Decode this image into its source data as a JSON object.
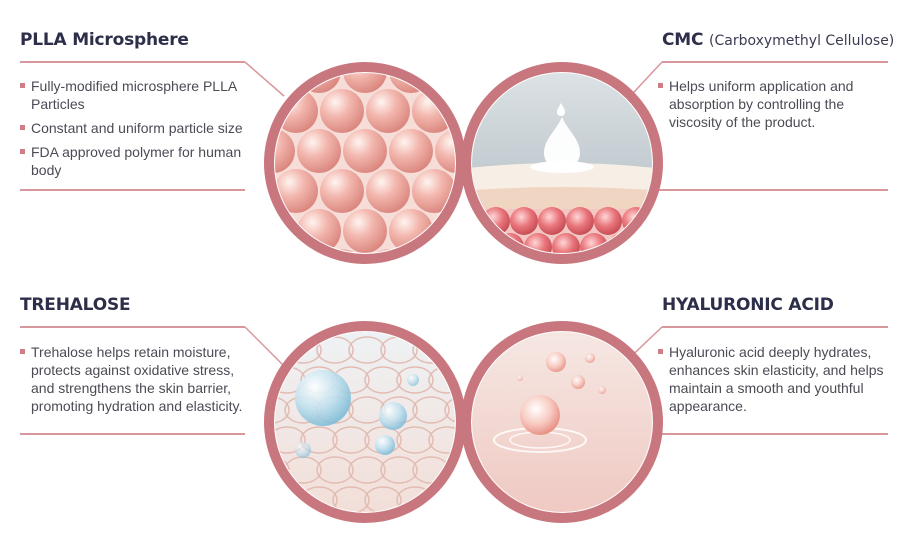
{
  "sections": {
    "plla": {
      "title": "PLLA Microsphere",
      "bullets": [
        "Fully-modified microsphere PLLA Particles",
        "Constant and uniform particle size",
        "FDA approved polymer for human body"
      ]
    },
    "cmc": {
      "title": "CMC",
      "subtitle": "(Carboxymethyl Cellulose)",
      "bullets": [
        "Helps uniform application and absorption by controlling the viscosity of the product."
      ]
    },
    "trehalose": {
      "title": "TREHALOSE",
      "bullets": [
        "Trehalose helps retain moisture, protects against oxidative stress, and strengthens the skin barrier, promoting hydration and elasticity."
      ]
    },
    "hyaluronic": {
      "title": "HYALURONIC ACID",
      "bullets": [
        "Hyaluronic acid deeply hydrates, enhances skin elasticity, and helps maintain a smooth and youthful appearance."
      ]
    }
  },
  "colors": {
    "accent": "#d8979c",
    "ring": "#c9777e",
    "title": "#2d2f4a",
    "text": "#4b4b55"
  },
  "images": {
    "plla": "pink-microspheres-illustration",
    "cmc": "droplet-on-skin-layer-illustration",
    "trehalose": "blue-water-droplets-on-cells-illustration",
    "hyaluronic": "hyaluronic-spheres-ripple-illustration"
  }
}
